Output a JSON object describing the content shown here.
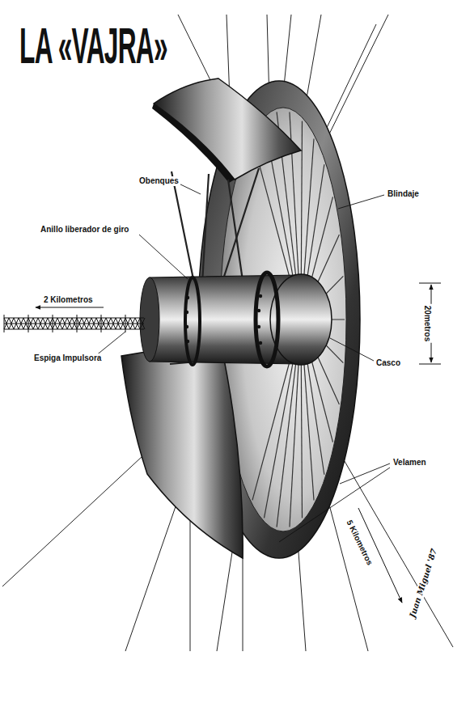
{
  "diagram": {
    "title": "LA «VAJRA»",
    "labels": [
      "Obenques",
      "Blindaje",
      "Anillo liberador de giro",
      "2 Kilometros",
      "20metros",
      "Espiga Impulsora",
      "Casco",
      "Velamen",
      "5 Kilometros",
      "Juan Miguel '87"
    ]
  }
}
